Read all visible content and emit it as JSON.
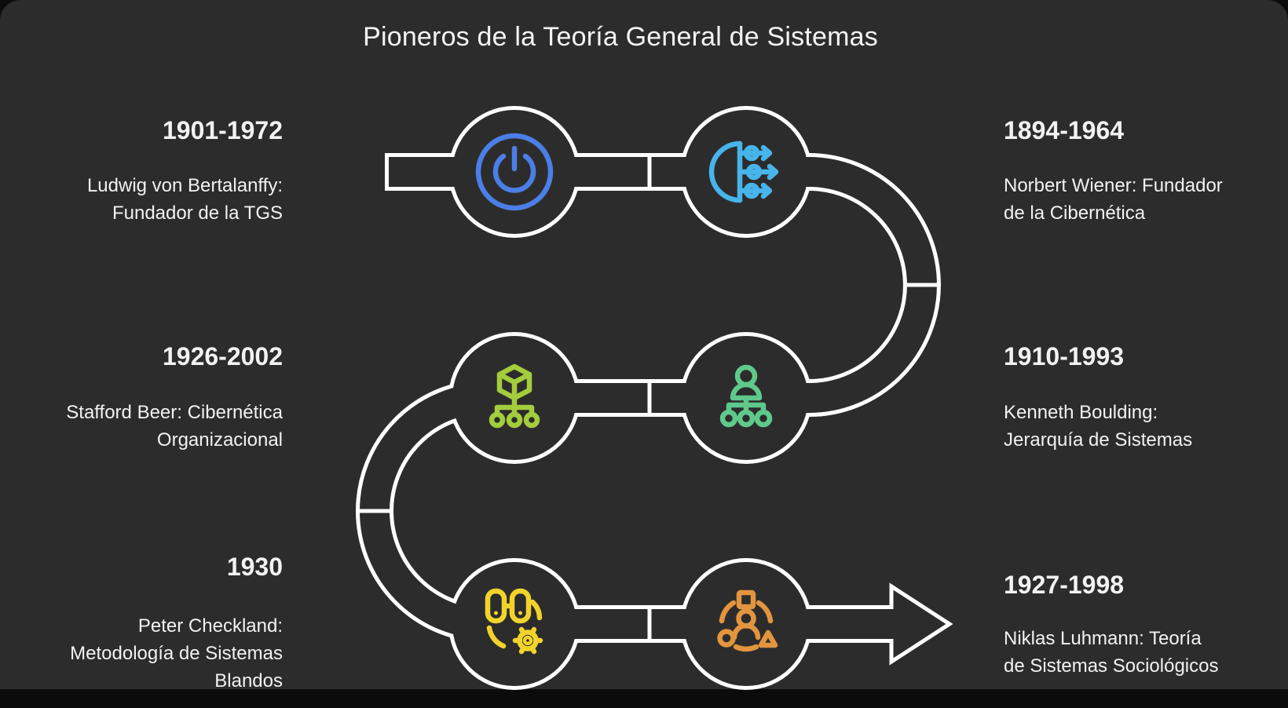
{
  "title": "Pioneros de la Teoría General de Sistemas",
  "colors": {
    "panel_background": "#2c2c2c",
    "frame": "#0b0b0b",
    "timeline_line": "#ffffff",
    "text": "#f2f2f2",
    "power_blue": "#4b7ee6",
    "flow_cyan": "#47b4ea",
    "cube_green": "#a3cd3c",
    "org_green": "#5ec98b",
    "gear_yellow": "#f2d32c",
    "roles_orange": "#e2953e"
  },
  "entries": [
    {
      "years": "1901-1972",
      "name_lines": [
        "Ludwig von Bertalanffy:",
        "Fundador de la TGS"
      ],
      "icon": "power-icon",
      "side": "left"
    },
    {
      "years": "1894-1964",
      "name_lines": [
        "Norbert Wiener: Fundador",
        "de la Cibernética"
      ],
      "icon": "flow-split-icon",
      "side": "right"
    },
    {
      "years": "1926-2002",
      "name_lines": [
        "Stafford Beer: Cibernética",
        "Organizacional"
      ],
      "icon": "cube-hierarchy-icon",
      "side": "left"
    },
    {
      "years": "1910-1993",
      "name_lines": [
        "Kenneth Boulding:",
        "Jerarquía de Sistemas"
      ],
      "icon": "org-chart-icon",
      "side": "right"
    },
    {
      "years": "1930",
      "name_lines": [
        "Peter Checkland:",
        "Metodología de Sistemas",
        "Blandos"
      ],
      "icon": "sliders-gear-icon",
      "side": "left"
    },
    {
      "years": "1927-1998",
      "name_lines": [
        "Niklas Luhmann: Teoría",
        "de Sistemas Sociológicos"
      ],
      "icon": "person-roles-icon",
      "side": "right"
    }
  ]
}
